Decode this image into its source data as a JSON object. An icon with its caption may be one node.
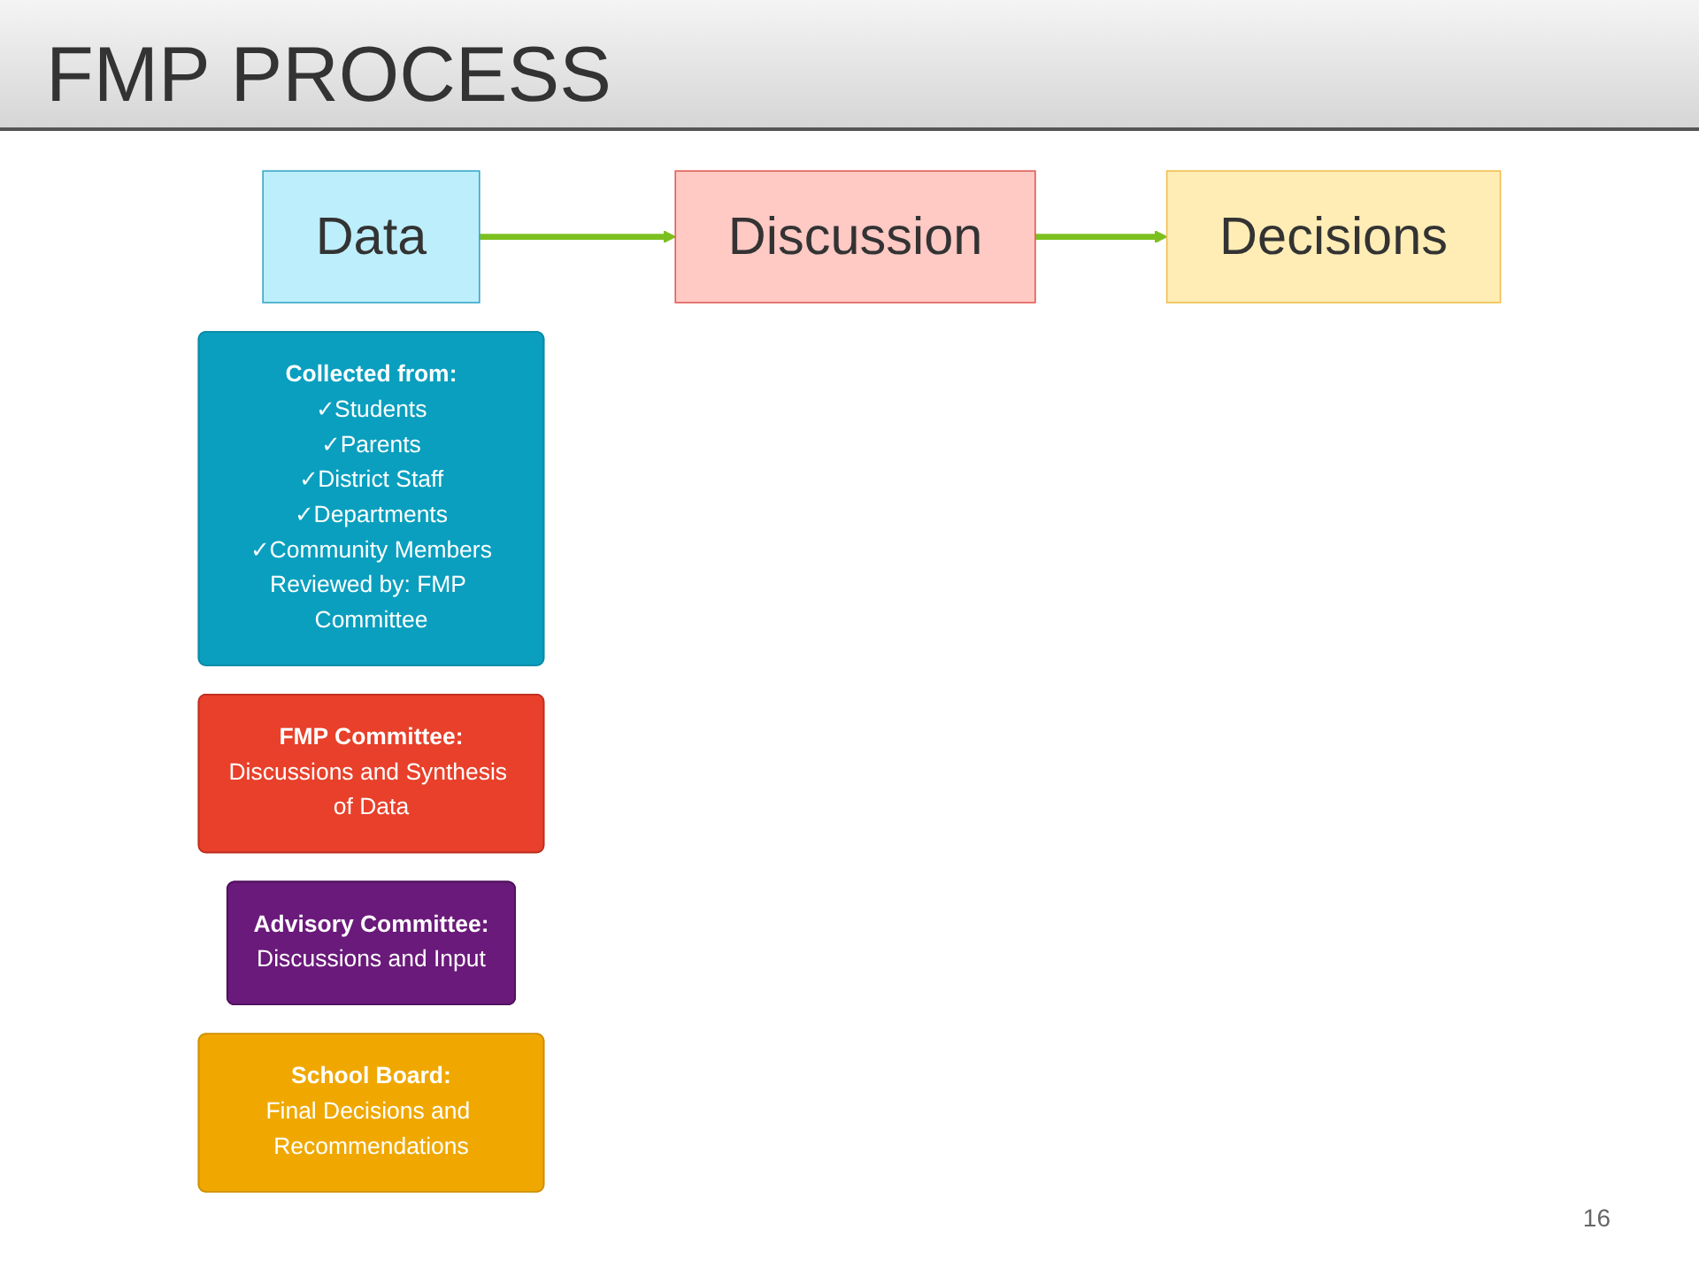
{
  "diagram": {
    "title": "FMP PROCESS",
    "nodes": [
      {
        "text": [
          "Data"
        ]
      },
      {
        "text": [
          "Discussion"
        ]
      },
      {
        "text": [
          "Decisions"
        ]
      },
      {
        "text": [
          "Collected from:",
          "✓Students",
          "✓Parents",
          "✓District Staff",
          "✓Departments",
          "✓Community Members",
          "Reviewed by: FMP Committee"
        ]
      },
      {
        "text": [
          "FMP Committee:",
          "Discussions and Synthesis of Data"
        ]
      },
      {
        "text": [
          "Advisory Committee:",
          "Discussions and Input"
        ]
      },
      {
        "text": [
          "School Board:",
          "Final Decisions and Recommendations"
        ]
      }
    ],
    "edges": [
      {
        "from": 0,
        "to": 1,
        "arrow": "to"
      },
      {
        "from": 1,
        "to": 2,
        "arrow": "to"
      }
    ],
    "labels": [
      "16"
    ]
  }
}
